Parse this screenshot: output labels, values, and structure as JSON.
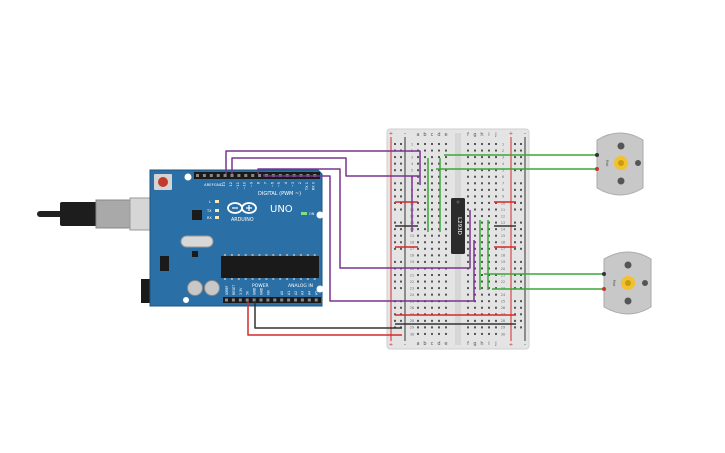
{
  "arduino": {
    "brand": "ARDUINO",
    "model": "UNO",
    "digital_label": "DIGITAL (PWM ~)",
    "power_label": "POWER",
    "analog_label": "ANALOG IN",
    "on_label": "ON",
    "tx_label": "TX",
    "rx_label": "RX",
    "l_label": "L",
    "aref_label": "AREF",
    "gnd_label": "GND",
    "digital_pins": [
      "13",
      "12",
      "~11",
      "~10",
      "~9",
      "8",
      "7",
      "~6",
      "~5",
      "4",
      "~3",
      "2",
      "TX 1",
      "RX 0"
    ],
    "power_pins": [
      "IOREF",
      "RESET",
      "3.3V",
      "5V",
      "GND",
      "GND",
      "Vin"
    ],
    "analog_pins": [
      "A0",
      "A1",
      "A2",
      "A3",
      "A4",
      "A5"
    ]
  },
  "breadboard": {
    "col_letters_left": [
      "a",
      "b",
      "c",
      "d",
      "e"
    ],
    "col_letters_right": [
      "f",
      "g",
      "h",
      "i",
      "j"
    ],
    "rail_plus": "+",
    "rail_minus": "-",
    "row_numbers": [
      "1",
      "2",
      "3",
      "4",
      "5",
      "6",
      "7",
      "8",
      "9",
      "10",
      "11",
      "12",
      "13",
      "14",
      "15",
      "16",
      "17",
      "18",
      "19",
      "20",
      "21",
      "22",
      "23",
      "24",
      "25",
      "26",
      "27",
      "28",
      "29",
      "30"
    ]
  },
  "chip": {
    "label": "L293D"
  },
  "motors": [
    {
      "label": "Mot"
    },
    {
      "label": "Mot"
    }
  ],
  "colors": {
    "board": "#2a6fa5",
    "wire_purple": "#7a3590",
    "wire_green": "#3aa63a",
    "wire_red": "#d42a2a",
    "wire_black": "#333333",
    "breadboard": "#e6e6e6",
    "motor_body": "#c8c8c8",
    "motor_gear": "#f2c12e"
  }
}
